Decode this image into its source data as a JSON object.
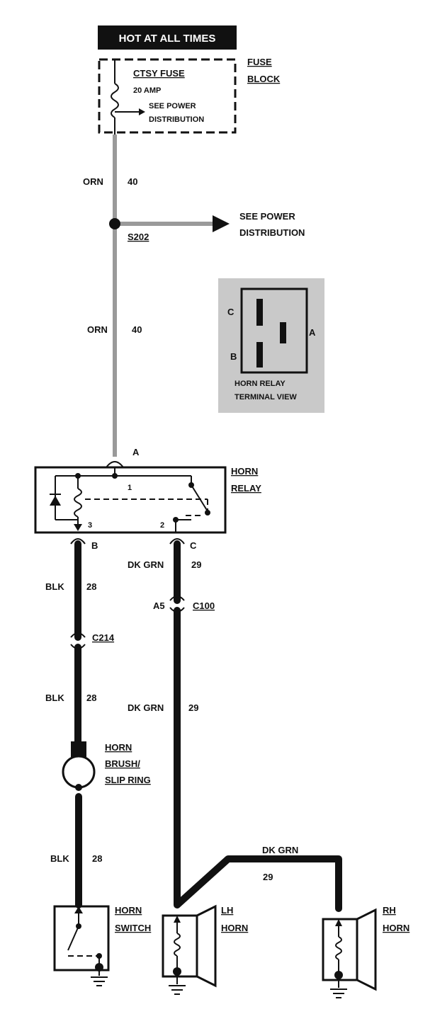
{
  "header": {
    "label": "HOT AT ALL TIMES"
  },
  "fuse_block": {
    "fuse_name": "CTSY FUSE",
    "rating": "20 AMP",
    "note_line1": "SEE POWER",
    "note_line2": "DISTRIBUTION",
    "block_line1": "FUSE",
    "block_line2": "BLOCK"
  },
  "wire_orn_top": {
    "color": "ORN",
    "circuit": "40"
  },
  "splice": {
    "id": "S202",
    "ref_line1": "SEE POWER",
    "ref_line2": "DISTRIBUTION"
  },
  "wire_orn_mid": {
    "color": "ORN",
    "circuit": "40"
  },
  "terminal_view": {
    "pin_c": "C",
    "pin_a": "A",
    "pin_b": "B",
    "caption_line1": "HORN RELAY",
    "caption_line2": "TERMINAL VIEW"
  },
  "relay": {
    "name_line1": "HORN",
    "name_line2": "RELAY",
    "input_pin": "A",
    "internal_1": "1",
    "internal_2": "2",
    "internal_3": "3",
    "output_b": "B",
    "output_c": "C"
  },
  "wire_dkgrn_1": {
    "color": "DK GRN",
    "circuit": "29"
  },
  "connector_c100": {
    "id": "C100",
    "pin": "A5"
  },
  "wire_blk_1": {
    "color": "BLK",
    "circuit": "28"
  },
  "connector_c214": {
    "id": "C214"
  },
  "wire_blk_2": {
    "color": "BLK",
    "circuit": "28"
  },
  "wire_dkgrn_2": {
    "color": "DK GRN",
    "circuit": "29"
  },
  "brush": {
    "line1": "HORN",
    "line2": "BRUSH/",
    "line3": "SLIP RING"
  },
  "wire_blk_3": {
    "color": "BLK",
    "circuit": "28"
  },
  "wire_dkgrn_3": {
    "color": "DK GRN",
    "circuit": "29"
  },
  "horn_switch": {
    "line1": "HORN",
    "line2": "SWITCH"
  },
  "lh_horn": {
    "line1": "LH",
    "line2": "HORN"
  },
  "rh_horn": {
    "line1": "RH",
    "line2": "HORN"
  }
}
